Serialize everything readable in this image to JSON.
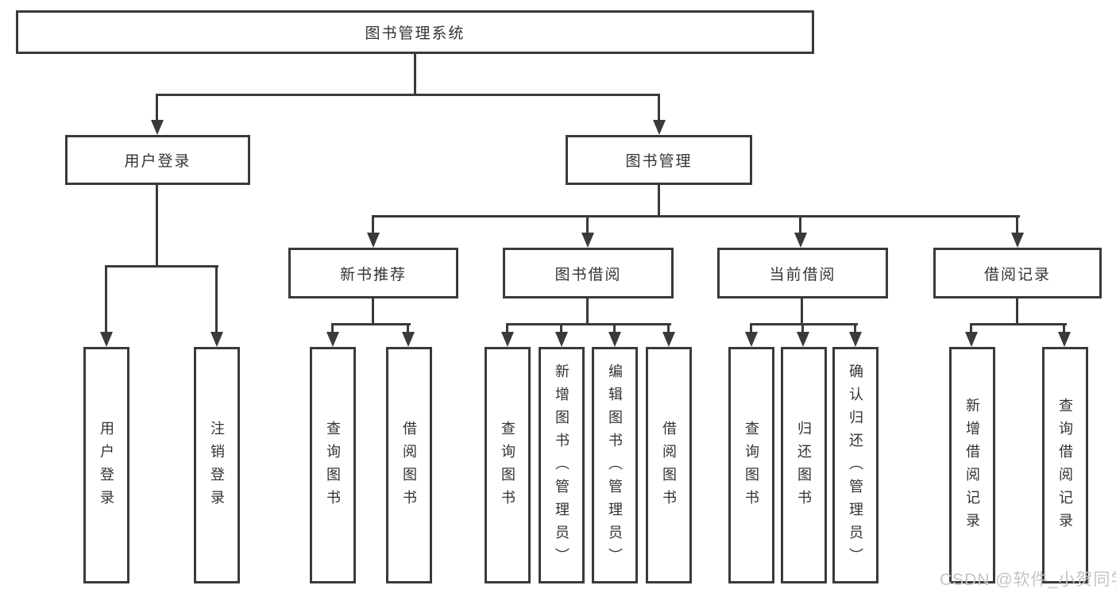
{
  "diagram": {
    "title": "图书管理系统",
    "level2": [
      {
        "label": "用户登录"
      },
      {
        "label": "图书管理"
      }
    ],
    "level3": [
      {
        "label": "新书推荐"
      },
      {
        "label": "图书借阅"
      },
      {
        "label": "当前借阅"
      },
      {
        "label": "借阅记录"
      }
    ],
    "leaves": [
      {
        "label": "用户登录"
      },
      {
        "label": "注销登录"
      },
      {
        "label": "查询图书"
      },
      {
        "label": "借阅图书"
      },
      {
        "label": "查询图书"
      },
      {
        "label": "新增图书（管理员）"
      },
      {
        "label": "编辑图书（管理员）"
      },
      {
        "label": "借阅图书"
      },
      {
        "label": "查询图书"
      },
      {
        "label": "归还图书"
      },
      {
        "label": "确认归还（管理员）"
      },
      {
        "label": "新增借阅记录"
      },
      {
        "label": "查询借阅记录"
      }
    ],
    "watermark": "CSDN @软件_小贺同学",
    "colors": {
      "line": "#3a3a3a",
      "text": "#333333",
      "background": "#ffffff",
      "watermark": "#c9c2c2"
    }
  }
}
